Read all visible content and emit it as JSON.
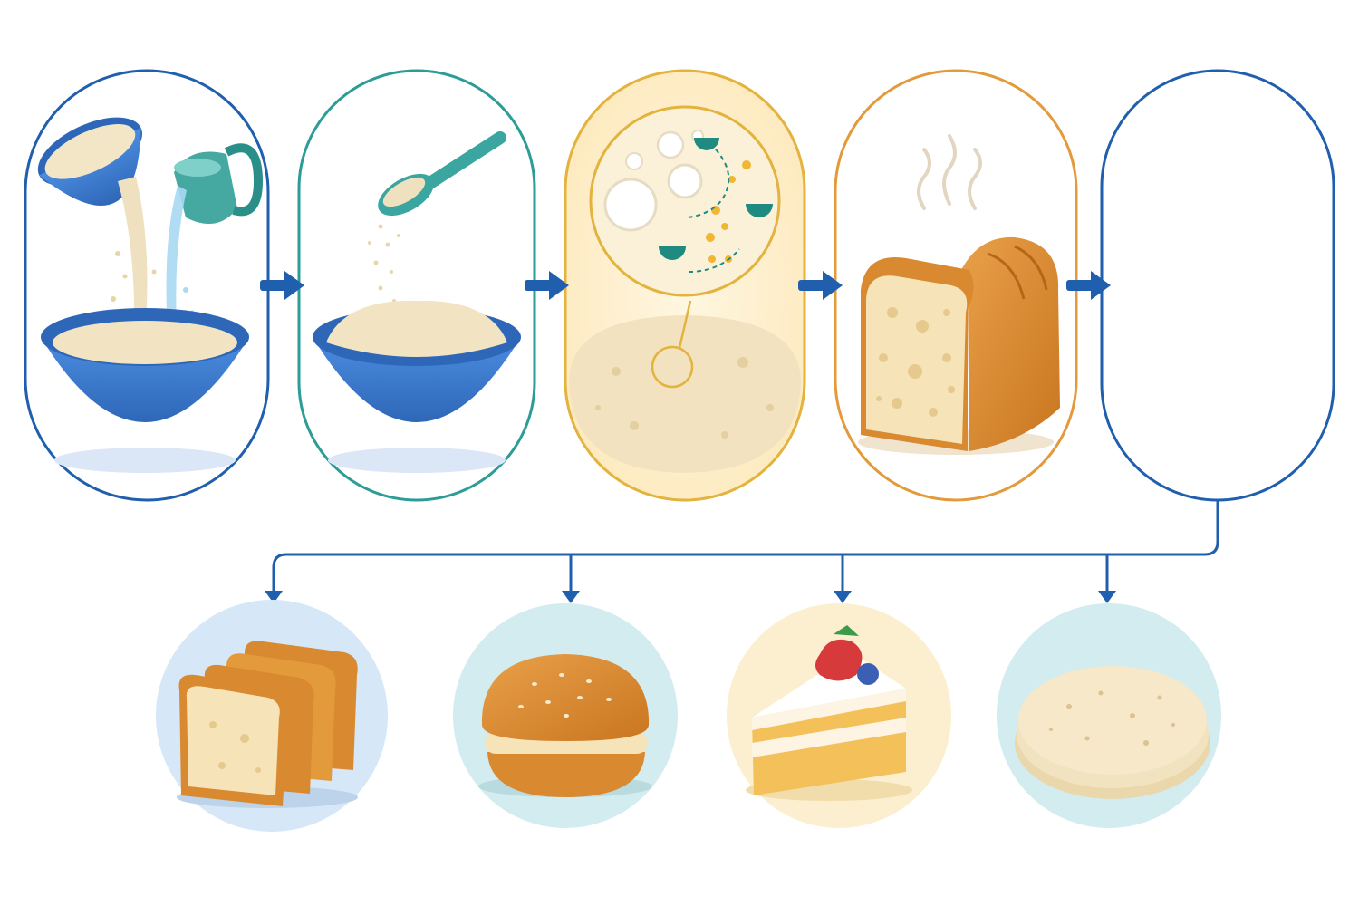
{
  "diagram": {
    "type": "process-flow",
    "colors": {
      "flow_blue": "#1f5fae",
      "teal": "#2b9c96",
      "gold": "#e3b33d",
      "orange": "#e39a3a",
      "bowl_blue": "#3f7dcf",
      "dough": "#f3e4c2",
      "crust": "#d9892f",
      "crumb": "#f6e3b8"
    },
    "steps": [
      {
        "id": "mix",
        "icon": "flour-water-bowl-icon",
        "stroke": "#1f5fae"
      },
      {
        "id": "yeast",
        "icon": "yeast-spoon-bowl-icon",
        "stroke": "#2b9c96"
      },
      {
        "id": "ferment",
        "icon": "fermenting-dough-magnified-icon",
        "stroke": "#e3b33d"
      },
      {
        "id": "bake",
        "icon": "baked-loaf-icon",
        "stroke": "#e39a3a"
      },
      {
        "id": "outcome",
        "icon": "empty-frame",
        "stroke": "#1f5fae"
      }
    ],
    "products": [
      {
        "icon": "sliced-bread-icon",
        "bg": "#d6e7f7"
      },
      {
        "icon": "bun-icon",
        "bg": "#d3ecef"
      },
      {
        "icon": "cake-slice-icon",
        "bg": "#fbefcf"
      },
      {
        "icon": "flatbread-icon",
        "bg": "#d3ecef"
      }
    ]
  }
}
